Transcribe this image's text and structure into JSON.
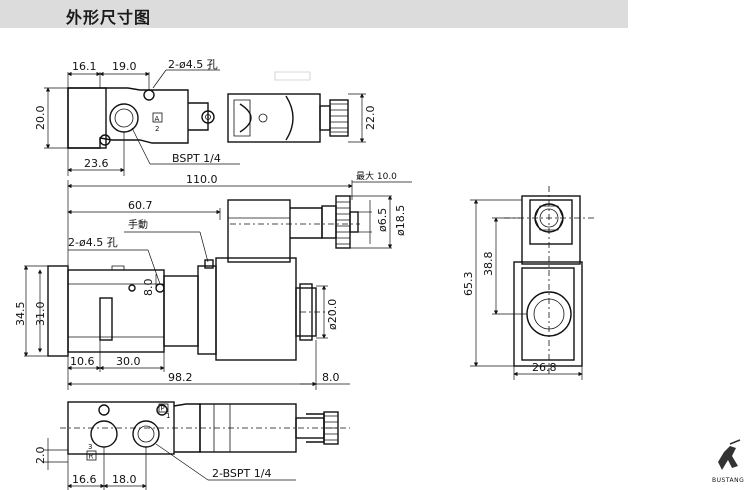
{
  "header": {
    "title": "外形尺寸图"
  },
  "colors": {
    "line": "#111111",
    "header_band": "#dcdcdc"
  },
  "top_view": {
    "dims": [
      "16.1",
      "19.0",
      "20.0",
      "22.0",
      "23.6"
    ],
    "hole_note": "2-ø4.5 孔",
    "port_note": "BSPT 1/4",
    "port_label_a": "A",
    "port_label_a_num": "2"
  },
  "front_view": {
    "dims": [
      "110.0",
      "60.7",
      "34.5",
      "31.0",
      "8.0",
      "ø20.0",
      "ø6.5",
      "ø18.5",
      "10.6",
      "30.0",
      "98.2",
      "8.0"
    ],
    "max_note": "最大 10.0",
    "manual_note": "手動",
    "hole_note": "2-ø4.5 孔"
  },
  "bottom_view": {
    "dims": [
      "2.0",
      "16.6",
      "18.0"
    ],
    "port_note": "2-BSPT 1/4",
    "port_label_p": "P",
    "port_label_p_num": "1",
    "port_label_r_num": "3",
    "port_label_r": "R"
  },
  "side_view": {
    "dims": [
      "65.3",
      "38.8",
      "26.8"
    ]
  },
  "logo": {
    "text": "BUSTANG"
  }
}
